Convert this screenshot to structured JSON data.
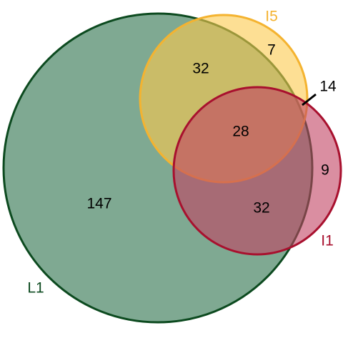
{
  "chart_data": {
    "type": "venn",
    "sets": [
      {
        "key": "L1",
        "label": "L1",
        "fill": "#5f9377",
        "stroke": "#0c4a1f"
      },
      {
        "key": "I5",
        "label": "I5",
        "fill": "#fbc94d",
        "stroke": "#f4b330"
      },
      {
        "key": "I1",
        "label": "I1",
        "fill": "#c24263",
        "stroke": "#a8102e"
      }
    ],
    "regions": [
      {
        "sets": [
          "L1"
        ],
        "label": "147"
      },
      {
        "sets": [
          "L1",
          "I5"
        ],
        "label": "32"
      },
      {
        "sets": [
          "I5"
        ],
        "label": "7"
      },
      {
        "sets": [
          "L1",
          "I5",
          "I1"
        ],
        "label": "28"
      },
      {
        "sets": [
          "I1"
        ],
        "label": "9"
      },
      {
        "sets": [
          "L1",
          "I1"
        ],
        "label": "32"
      },
      {
        "sets": [
          "I5",
          "I1"
        ],
        "label": "14"
      }
    ]
  }
}
